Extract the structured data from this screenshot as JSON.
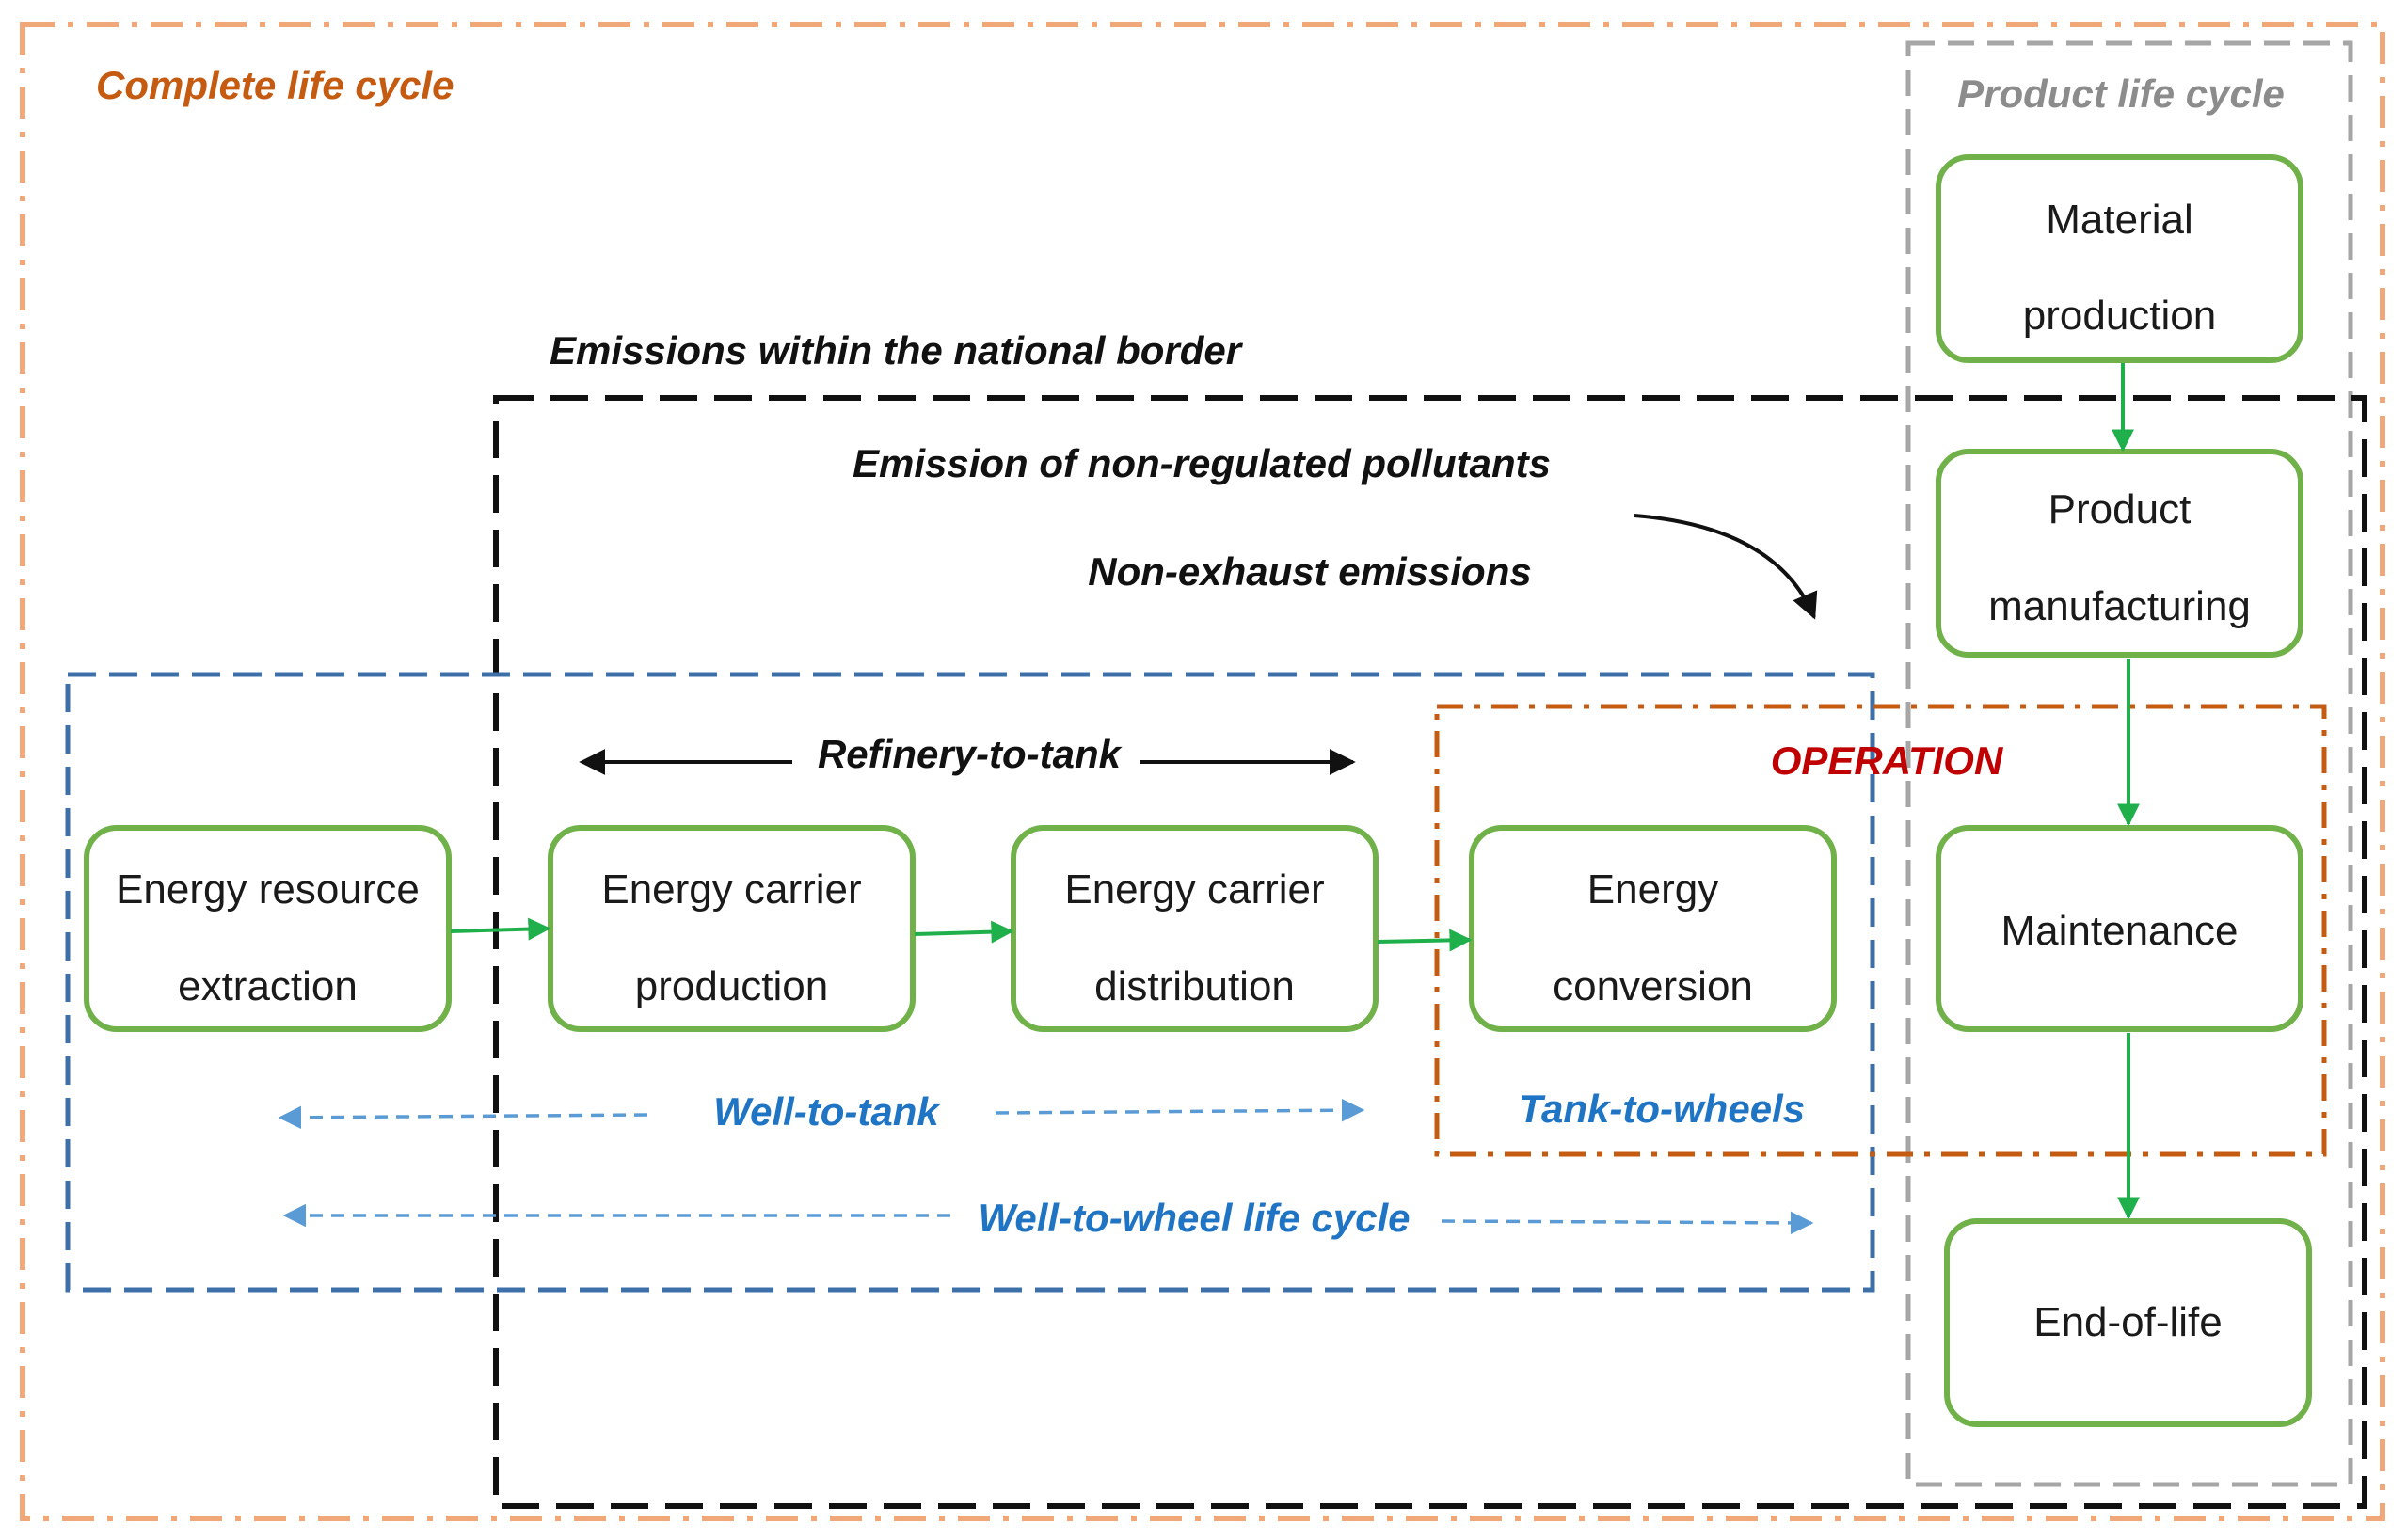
{
  "colors": {
    "complete": "#f0a878",
    "product": "#a6a6a6",
    "national": "#111111",
    "wtw": "#3d6fa8",
    "operation": "#c55a11",
    "node_stroke": "#70b14a",
    "flow_arrow": "#1fb04b",
    "blue_label": "#1f74c4",
    "dashed_blue": "#5b9bd5",
    "red_label": "#c00000"
  },
  "labels": {
    "complete_life_cycle": "Complete life cycle",
    "product_life_cycle": "Product life cycle",
    "national_border": "Emissions within the national border",
    "non_regulated": "Emission of non-regulated pollutants",
    "non_exhaust": "Non-exhaust emissions",
    "refinery_to_tank": "Refinery-to-tank",
    "operation": "OPERATION",
    "well_to_tank": "Well-to-tank",
    "tank_to_wheels": "Tank-to-wheels",
    "well_to_wheel": "Well-to-wheel life cycle"
  },
  "nodes": {
    "energy_resource": [
      "Energy resource",
      "extraction"
    ],
    "carrier_production": [
      "Energy carrier",
      "production"
    ],
    "carrier_distribution": [
      "Energy carrier",
      "distribution"
    ],
    "energy_conversion": [
      "Energy",
      "conversion"
    ],
    "material_production": [
      "Material",
      "production"
    ],
    "product_manufacturing": [
      "Product",
      "manufacturing"
    ],
    "maintenance": [
      "Maintenance"
    ],
    "end_of_life": [
      "End-of-life"
    ]
  }
}
